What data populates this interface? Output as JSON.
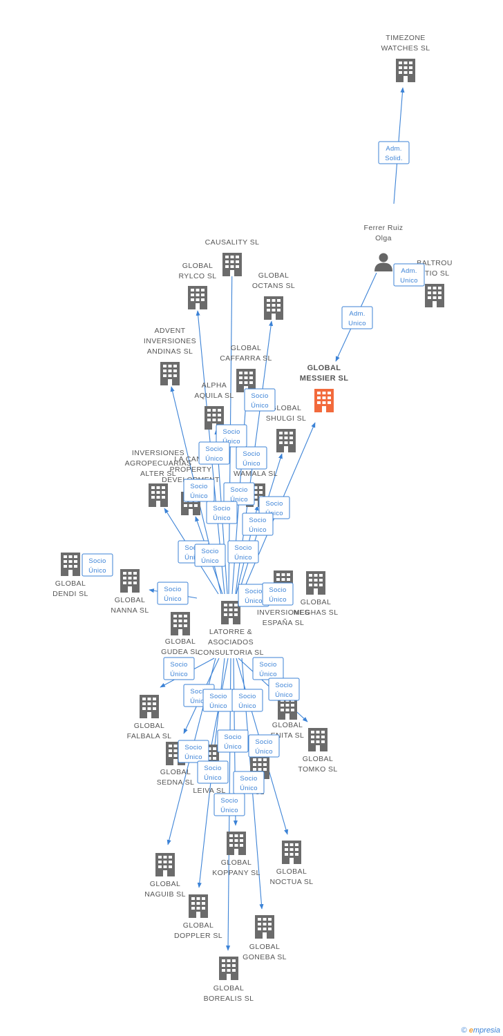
{
  "colors": {
    "edge": "#3b82d6",
    "building": "#6b6b6b",
    "focus": "#f26a3c",
    "person": "#666666"
  },
  "nodes": [
    {
      "id": "timezone",
      "label": [
        "TIMEZONE",
        "WATCHES SL"
      ],
      "icon": "building-icon"
    },
    {
      "id": "ferrer",
      "label": [
        "Ferrer Ruiz",
        "Olga"
      ],
      "icon": "person-icon"
    },
    {
      "id": "baltrou",
      "label": [
        "BALTROU",
        "STIO SL"
      ],
      "icon": "building-icon"
    },
    {
      "id": "messier",
      "label": [
        "GLOBAL",
        "MESSIER SL"
      ],
      "icon": "building-icon",
      "focus": true
    },
    {
      "id": "causality",
      "label": [
        "CAUSALITY SL"
      ],
      "icon": "building-icon"
    },
    {
      "id": "rylco",
      "label": [
        "GLOBAL",
        "RYLCO SL"
      ],
      "icon": "building-icon"
    },
    {
      "id": "octans",
      "label": [
        "GLOBAL",
        "OCTANS SL"
      ],
      "icon": "building-icon"
    },
    {
      "id": "advent",
      "label": [
        "ADVENT",
        "INVERSIONES",
        "ANDINAS SL"
      ],
      "icon": "building-icon"
    },
    {
      "id": "caffarra",
      "label": [
        "GLOBAL",
        "CAFFARRA SL"
      ],
      "icon": "building-icon"
    },
    {
      "id": "alpha",
      "label": [
        "ALPHA",
        "AQUILA SL"
      ],
      "icon": "building-icon"
    },
    {
      "id": "shulgi",
      "label": [
        "GLOBAL",
        "SHULGI SL"
      ],
      "icon": "building-icon"
    },
    {
      "id": "agropecuarias",
      "label": [
        "INVERSIONES",
        "AGROPECUARIAS",
        "ALTER SL"
      ],
      "icon": "building-icon"
    },
    {
      "id": "lacana",
      "label": [
        "LA CANA",
        "PROPERTY",
        "DEVELOPMENT"
      ],
      "icon": "building-icon"
    },
    {
      "id": "wamala",
      "label": [
        "WAMALA SL"
      ],
      "icon": "building-icon"
    },
    {
      "id": "dendi",
      "label": [
        "GLOBAL",
        "DENDI SL"
      ],
      "icon": "building-icon"
    },
    {
      "id": "nanna",
      "label": [
        "GLOBAL",
        "NANNA SL"
      ],
      "icon": "building-icon"
    },
    {
      "id": "inversiones_es",
      "label": [
        "INVERSIONES",
        "ESPAÑA SL"
      ],
      "icon": "building-icon"
    },
    {
      "id": "meghas",
      "label": [
        "GLOBAL",
        "MEGHAS SL"
      ],
      "icon": "building-icon"
    },
    {
      "id": "latorre",
      "label": [
        "LATORRE &",
        "ASOCIADOS",
        "CONSULTORIA SL"
      ],
      "icon": "building-icon"
    },
    {
      "id": "gudea",
      "label": [
        "GLOBAL",
        "GUDEA SL"
      ],
      "icon": "building-icon"
    },
    {
      "id": "falbala",
      "label": [
        "GLOBAL",
        "FALBALA SL"
      ],
      "icon": "building-icon"
    },
    {
      "id": "enita",
      "label": [
        "GLOBAL",
        "ENITA SL"
      ],
      "icon": "building-icon"
    },
    {
      "id": "tomko",
      "label": [
        "GLOBAL",
        "TOMKO SL"
      ],
      "icon": "building-icon"
    },
    {
      "id": "sedna",
      "label": [
        "GLOBAL",
        "SEDNA SL"
      ],
      "icon": "building-icon"
    },
    {
      "id": "leiva",
      "label": [
        "LEIVA SL"
      ],
      "icon": "building-icon"
    },
    {
      "id": "gxl",
      "label": [
        "AL",
        "SL"
      ],
      "icon": "building-icon"
    },
    {
      "id": "koppany",
      "label": [
        "GLOBAL",
        "KOPPANY SL"
      ],
      "icon": "building-icon"
    },
    {
      "id": "noctua",
      "label": [
        "GLOBAL",
        "NOCTUA SL"
      ],
      "icon": "building-icon"
    },
    {
      "id": "naguib",
      "label": [
        "GLOBAL",
        "NAGUIB SL"
      ],
      "icon": "building-icon"
    },
    {
      "id": "doppler",
      "label": [
        "GLOBAL",
        "DOPPLER SL"
      ],
      "icon": "building-icon"
    },
    {
      "id": "goneba",
      "label": [
        "GLOBAL",
        "GONEBA SL"
      ],
      "icon": "building-icon"
    },
    {
      "id": "borealis",
      "label": [
        "GLOBAL",
        "BOREALIS SL"
      ],
      "icon": "building-icon"
    }
  ],
  "edge_labels": [
    [
      "Adm.",
      "Solid."
    ],
    [
      "Adm.",
      "Unico"
    ],
    [
      "Adm.",
      "Unico"
    ],
    [
      "Socio",
      "Único"
    ],
    [
      "Socio",
      "Único"
    ],
    [
      "Socio",
      "Único"
    ],
    [
      "Socio",
      "Único"
    ],
    [
      "Socio",
      "Único"
    ],
    [
      "Socio",
      "Único"
    ],
    [
      "Socio",
      "Único"
    ],
    [
      "Socio",
      "Único"
    ],
    [
      "Socio",
      "Único"
    ],
    [
      "Socio",
      "Único"
    ],
    [
      "Socio",
      "Único"
    ],
    [
      "Socio",
      "Único"
    ],
    [
      "Socio",
      "Único"
    ],
    [
      "Socio",
      "Único"
    ],
    [
      "Socio",
      "Único"
    ],
    [
      "Socio",
      "Único"
    ],
    [
      "Socio",
      "Único"
    ],
    [
      "Socio",
      "Único"
    ],
    [
      "Socio",
      "Único"
    ],
    [
      "Socio",
      "Único"
    ],
    [
      "Socio",
      "Único"
    ],
    [
      "Socio",
      "Único"
    ],
    [
      "Socio",
      "Único"
    ],
    [
      "Socio",
      "Único"
    ],
    [
      "Socio",
      "Único"
    ],
    [
      "Socio",
      "Único"
    ],
    [
      "Socio",
      "Único"
    ],
    [
      "Socio",
      "Único"
    ]
  ],
  "footer": {
    "copyright": "©",
    "brand_initial": "e",
    "brand_rest": "mpresia"
  }
}
